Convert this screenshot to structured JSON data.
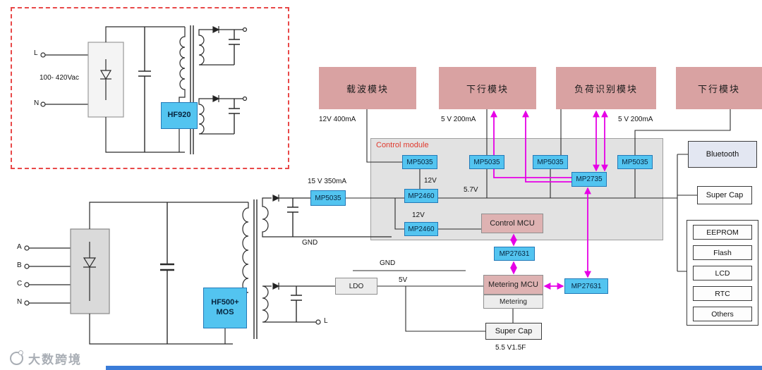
{
  "schematic_top": {
    "terminal_l": "L",
    "terminal_n": "N",
    "input_range": "100- 420Vac",
    "chip": "HF920"
  },
  "schematic_bottom": {
    "terminals": [
      "A",
      "B",
      "C",
      "N"
    ],
    "chip_line1": "HF500+",
    "chip_line2": "MOS",
    "output_terminal": "L"
  },
  "top_modules": [
    {
      "label": "载波模块"
    },
    {
      "label": "下行模块"
    },
    {
      "label": "负荷识别模块"
    },
    {
      "label": "下行模块"
    }
  ],
  "rail_labels": {
    "carrier_power": "12V 400mA",
    "downlink1_power": "5 V 200mA",
    "downlink2_power": "5 V 200mA",
    "aux_power": "15 V 350mA",
    "gnd_top": "GND",
    "gnd_bottom": "GND",
    "v12_upper": "12V",
    "v12_lower": "12V",
    "v5_7": "5.7V",
    "v5": "5V",
    "supercap_rating": "5.5 V1.5F"
  },
  "control_module": {
    "title": "Control module",
    "mp5035_a": "MP5035",
    "mp5035_b": "MP5035",
    "mp5035_c": "MP5035",
    "mp5035_d": "MP5035",
    "mp2735": "MP2735",
    "mp2460_a": "MP2460",
    "mp2460_b": "MP2460",
    "mcu": "Control MCU"
  },
  "aux_chip": "MP5035",
  "metering_section": {
    "ldo": "LDO",
    "mp27631_a": "MP27631",
    "mp27631_b": "MP27631",
    "mcu": "Metering MCU",
    "metering": "Metering",
    "supercap": "Super Cap"
  },
  "right_panel": {
    "bluetooth": "Bluetooth",
    "supercap": "Super Cap",
    "peripherals": [
      "EEPROM",
      "Flash",
      "LCD",
      "RTC",
      "Others"
    ]
  },
  "colors": {
    "magenta": "#e600e6",
    "module_pink": "#d9a2a2",
    "chip_blue": "#53c4f0",
    "dashed_red": "#e84848"
  },
  "watermark": "大数跨境"
}
